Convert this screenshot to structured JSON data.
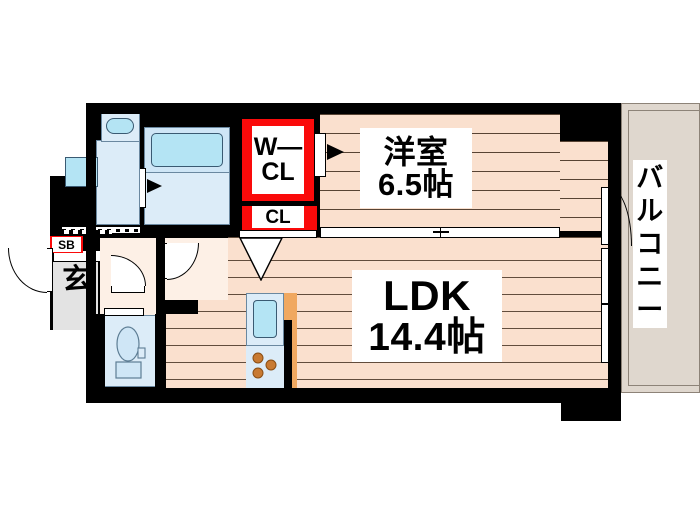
{
  "plan": {
    "type": "japanese-apartment-floorplan",
    "title": "1LDK Floor Plan",
    "colors": {
      "wall": "#000000",
      "floor": "#fae0ce",
      "closet_accent": "#fa0a0a",
      "water_fixture": "#dcecf8",
      "balcony": "#dfd7ce",
      "kitchen_counter": "#f0a860",
      "genkan": "#e3e3e3"
    },
    "rooms": [
      {
        "id": "yoshitsu",
        "name_line1": "洋室",
        "name_line2": "6.5帖",
        "size_jo": 6.5,
        "type": "western-room"
      },
      {
        "id": "ldk",
        "name_line1": "LDK",
        "name_line2": "14.4帖",
        "size_jo": 14.4,
        "type": "living-dining-kitchen"
      }
    ],
    "closets": [
      {
        "id": "wcl",
        "label_line1": "W—",
        "label_line2": "CL",
        "type": "walk-in-closet"
      },
      {
        "id": "cl",
        "label": "CL",
        "type": "closet"
      }
    ],
    "entrance": {
      "label": "玄",
      "shoe_box_label": "SB"
    },
    "balcony": {
      "label_chars": [
        "バ",
        "ル",
        "コ",
        "ニ",
        "ー"
      ],
      "label": "バルコニー"
    },
    "fixtures": [
      {
        "id": "bathtub",
        "name": "bathtub"
      },
      {
        "id": "washbasin",
        "name": "wash-basin"
      },
      {
        "id": "washing-machine",
        "name": "washing-machine-space"
      },
      {
        "id": "toilet",
        "name": "toilet"
      },
      {
        "id": "kitchen-sink",
        "name": "kitchen-sink"
      },
      {
        "id": "stove",
        "name": "gas-stove-3-burner"
      }
    ]
  }
}
